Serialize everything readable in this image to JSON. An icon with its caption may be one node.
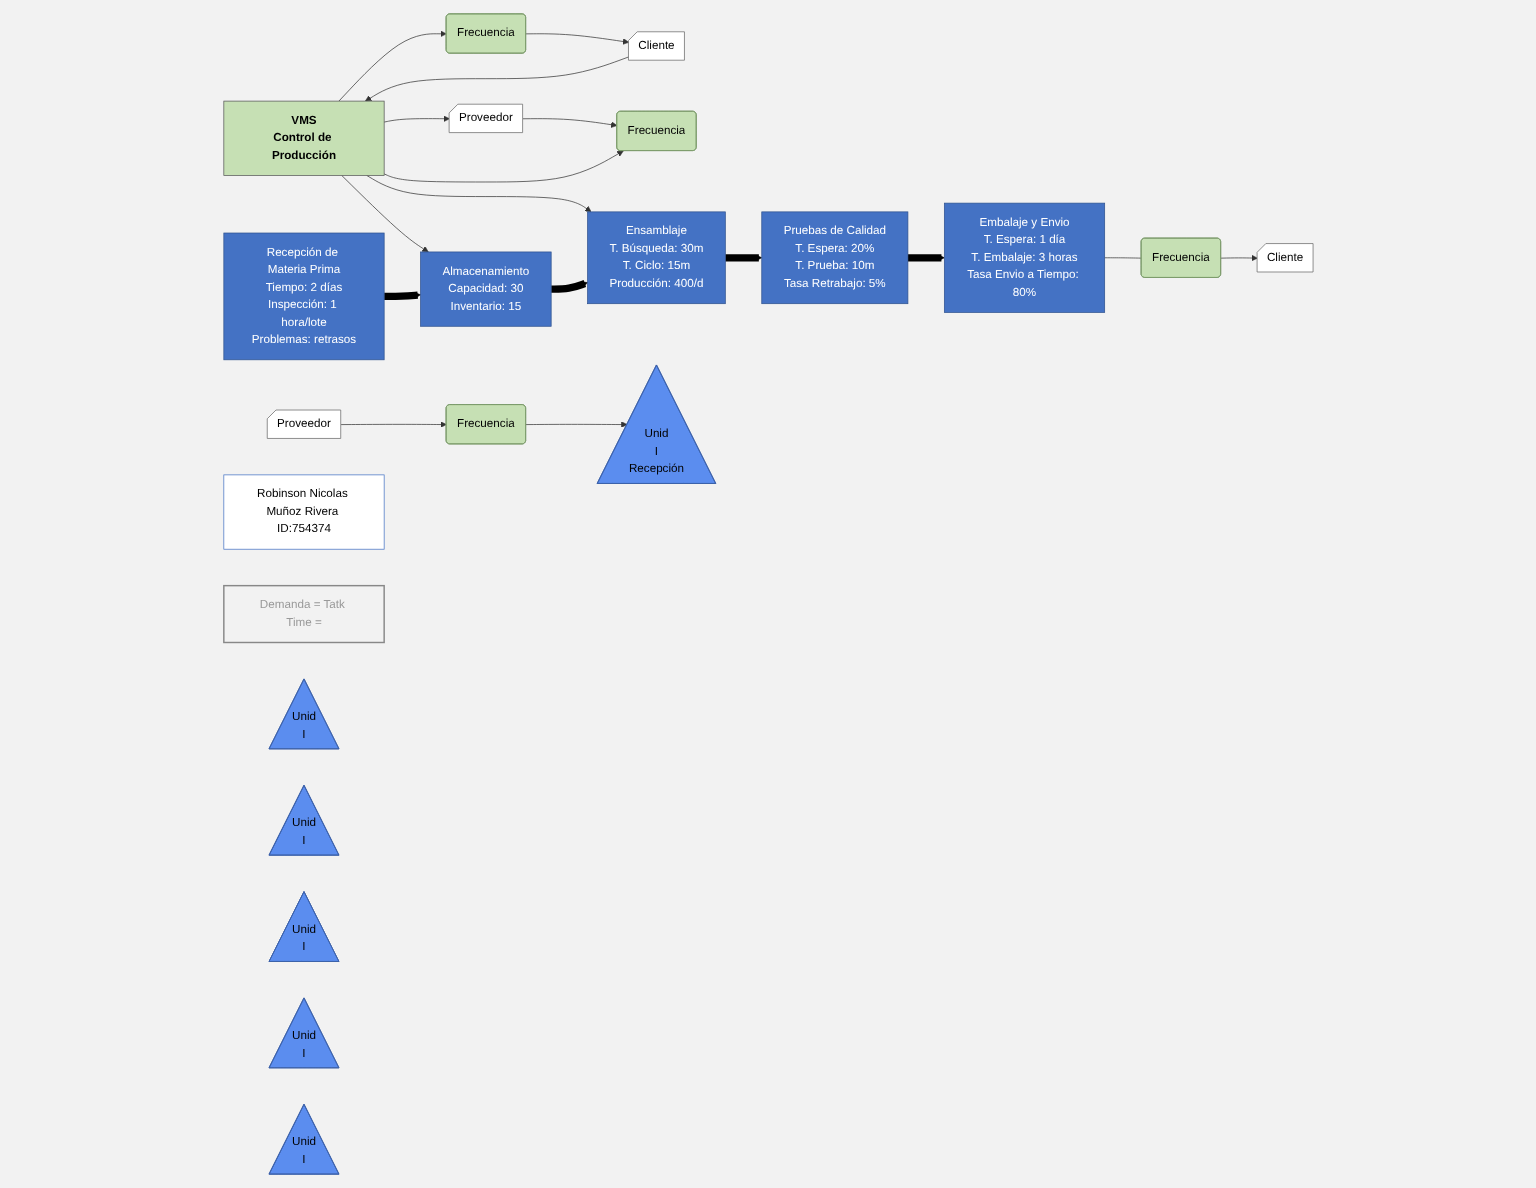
{
  "diagram": {
    "nodes": [
      {
        "text": [
          "Robinson Nicolas Muñoz Rivera ID:754374"
        ]
      },
      {
        "text": [
          "VMS",
          "Control de Producción"
        ]
      },
      {
        "text": [
          "Demanda = Tatk Time ="
        ]
      },
      {
        "text": [
          "Proveedor"
        ]
      },
      {
        "text": [
          "Proveedor"
        ]
      },
      {
        "text": [
          "Cliente"
        ]
      },
      {
        "text": [
          "Cliente"
        ]
      },
      {
        "text": [
          "Frecuencia"
        ]
      },
      {
        "text": [
          "Frecuencia"
        ]
      },
      {
        "text": [
          "Frecuencia"
        ]
      },
      {
        "text": [
          "Unid",
          "I"
        ]
      },
      {
        "text": [
          "Frecuencia"
        ]
      },
      {
        "text": [
          "Unid",
          "I",
          "Recepción"
        ]
      },
      {
        "text": [
          "Recepción de Materia Prima",
          "Tiempo: 2 días",
          "Inspección: 1 hora/lote",
          "Problemas: retrasos"
        ]
      },
      {
        "text": [
          "Unid",
          "I"
        ]
      },
      {
        "text": [
          "Almacenamiento",
          "Capacidad: 30",
          "Inventario: 15"
        ]
      },
      {
        "text": [
          "Unid",
          "I"
        ]
      },
      {
        "text": [
          "Ensamblaje",
          "T. Búsqueda: 30m",
          "T. Ciclo: 15m",
          "Producción: 400/d"
        ]
      },
      {
        "text": [
          "Unid",
          "I"
        ]
      },
      {
        "text": [
          "Pruebas de Calidad",
          "T. Espera: 20%",
          "T. Prueba: 10m",
          "Tasa Retrabajo: 5%"
        ]
      },
      {
        "text": [
          "Unid",
          "I"
        ]
      },
      {
        "text": [
          "Embalaje y Envio",
          "T. Espera: 1 día",
          "T. Embalaje: 3 horas",
          "Tasa Envio a Tiempo: 80%"
        ]
      }
    ],
    "edges": [
      {
        "from": 1,
        "to": 4,
        "arrow": "to"
      },
      {
        "from": 5,
        "to": 1,
        "arrow": "to"
      },
      {
        "from": 3,
        "to": 7,
        "arrow": "to"
      },
      {
        "from": 4,
        "to": 8,
        "arrow": "to"
      },
      {
        "from": 1,
        "to": 8,
        "arrow": "to"
      },
      {
        "from": 1,
        "to": 15,
        "arrow": "to"
      },
      {
        "from": 1,
        "to": 17,
        "arrow": "to"
      },
      {
        "from": 1,
        "to": 9,
        "arrow": "to"
      },
      {
        "from": 9,
        "to": 5,
        "arrow": "to"
      },
      {
        "from": 11,
        "to": 6,
        "arrow": "to"
      },
      {
        "from": 7,
        "to": 12,
        "arrow": "to"
      },
      {
        "from": 21,
        "to": 11,
        "arrow": "none"
      },
      {
        "from": 13,
        "to": 15,
        "arrow": "to",
        "style": "thick"
      },
      {
        "from": 15,
        "to": 17,
        "arrow": "to",
        "style": "thick"
      },
      {
        "from": 17,
        "to": 19,
        "arrow": "to",
        "style": "thick"
      },
      {
        "from": 19,
        "to": 21,
        "arrow": "to",
        "style": "thick"
      }
    ]
  }
}
